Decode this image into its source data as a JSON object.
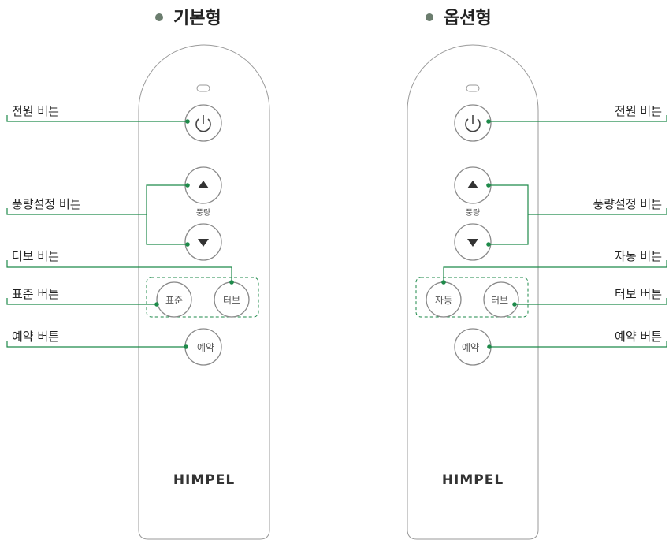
{
  "sections": {
    "basic": {
      "title": "기본형",
      "bullet_color": "#6b7d6e"
    },
    "option": {
      "title": "옵션형",
      "bullet_color": "#6b7d6e"
    }
  },
  "basic_remote": {
    "buttons": {
      "up_label": "풍량",
      "standard": "표준",
      "turbo": "터보",
      "reserve": "예약"
    },
    "logo": "HIMPEL",
    "callouts": {
      "power": "전원 버튼",
      "fan_speed": "풍량설정 버튼",
      "turbo": "터보 버튼",
      "standard": "표준 버튼",
      "reserve": "예약 버튼"
    }
  },
  "option_remote": {
    "buttons": {
      "up_label": "풍량",
      "auto": "자동",
      "turbo": "터보",
      "reserve": "예약"
    },
    "logo": "HIMPEL",
    "callouts": {
      "power": "전원 버튼",
      "fan_speed": "풍량설정 버튼",
      "auto": "자동 버튼",
      "turbo": "터보 버튼",
      "reserve": "예약 버튼"
    }
  },
  "colors": {
    "leader_line": "#1e8a4a",
    "button_stroke": "#8a8a8a",
    "body_stroke": "#9a9a9a"
  }
}
